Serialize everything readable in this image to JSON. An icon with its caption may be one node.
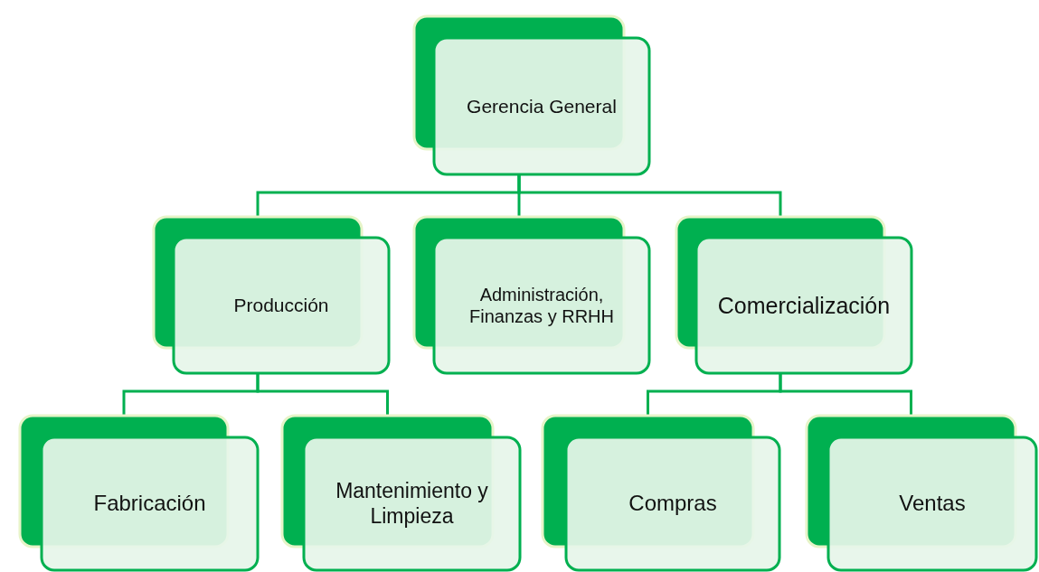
{
  "diagram": {
    "nodes": [
      {
        "text": [
          "Gerencia General"
        ]
      },
      {
        "text": [
          "Producción"
        ]
      },
      {
        "text": [
          "Administración, Finanzas y RRHH"
        ]
      },
      {
        "text": [
          "Comercialización"
        ]
      },
      {
        "text": [
          "Fabricación"
        ]
      },
      {
        "text": [
          "Mantenimiento y Limpieza"
        ]
      },
      {
        "text": [
          "Compras"
        ]
      },
      {
        "text": [
          "Ventas"
        ]
      }
    ],
    "edges": [
      {
        "from": 0,
        "to": 1,
        "arrow": "none"
      },
      {
        "from": 0,
        "to": 2,
        "arrow": "none"
      },
      {
        "from": 0,
        "to": 3,
        "arrow": "none"
      },
      {
        "from": 1,
        "to": 4,
        "arrow": "none"
      },
      {
        "from": 1,
        "to": 5,
        "arrow": "none"
      },
      {
        "from": 3,
        "to": 6,
        "arrow": "none"
      },
      {
        "from": 3,
        "to": 7,
        "arrow": "none"
      }
    ]
  }
}
